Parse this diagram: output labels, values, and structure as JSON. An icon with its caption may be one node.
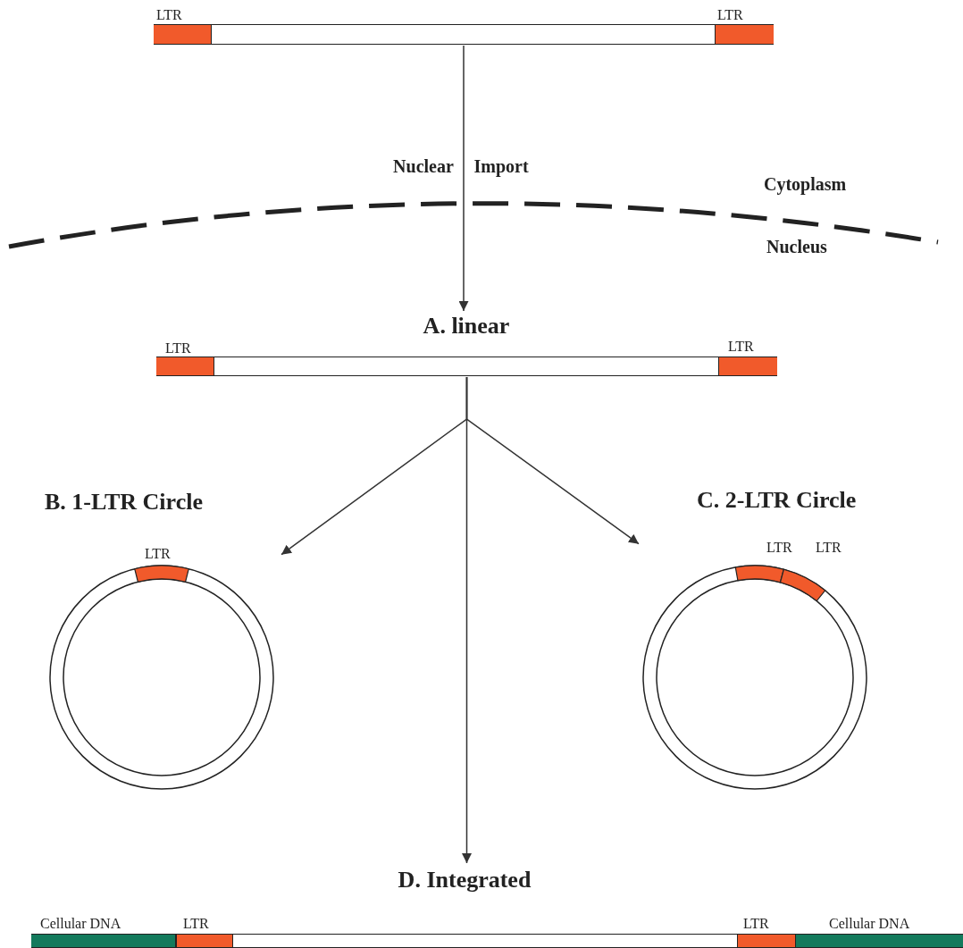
{
  "diagram": {
    "nodes": [
      {
        "text": [],
        "shape": "bar"
      },
      {
        "text": [
          "A. linear"
        ]
      },
      {
        "text": [
          "B. 1-LTR Circle"
        ]
      },
      {
        "text": [
          "C. 2-LTR Circle"
        ]
      },
      {
        "text": [
          "D. Integrated"
        ]
      }
    ],
    "edges": [
      {
        "from": 0,
        "to": 1,
        "arrow": "to",
        "label": "Nuclear Import"
      },
      {
        "from": 1,
        "to": 2,
        "arrow": "to"
      },
      {
        "from": 1,
        "to": 3,
        "arrow": "to"
      },
      {
        "from": 1,
        "to": 4,
        "arrow": "to"
      }
    ],
    "labels": [
      "LTR",
      "LTR",
      "Cytoplasm",
      "Nucleus",
      "LTR",
      "LTR",
      "LTR",
      "LTR",
      "LTR",
      "Cellular DNA",
      "LTR",
      "LTR",
      "Cellular DNA"
    ]
  }
}
